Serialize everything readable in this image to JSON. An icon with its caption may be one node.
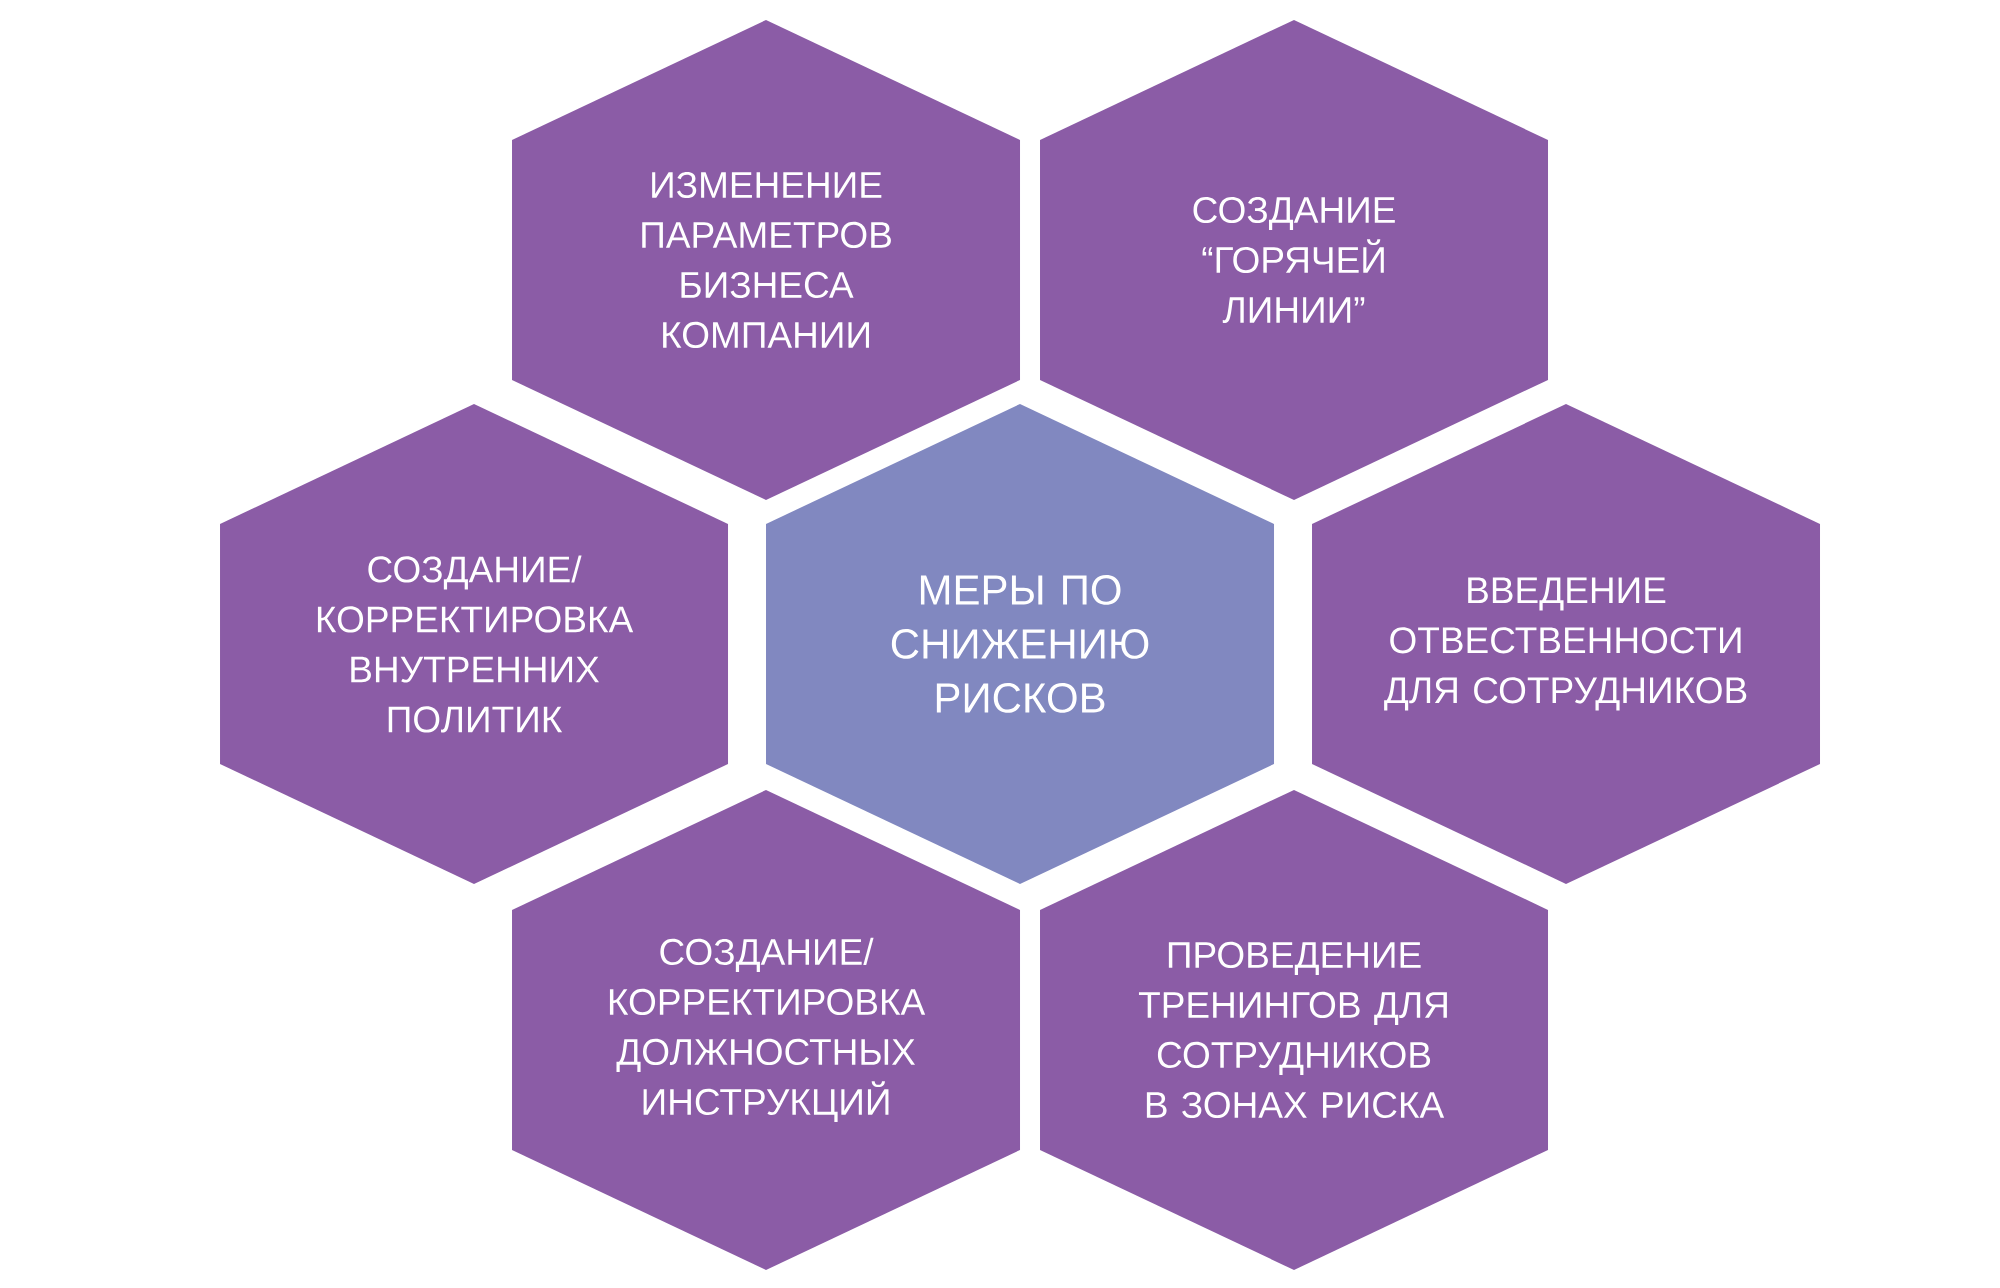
{
  "diagram": {
    "nodes": [
      {
        "text": [
          "ИЗМЕНЕНИЕ ПАРАМЕТРОВ БИЗНЕСА КОМПАНИИ"
        ]
      },
      {
        "text": [
          "СОЗДАНИЕ “ГОРЯЧЕЙ ЛИНИИ”"
        ]
      },
      {
        "text": [
          "СОЗДАНИЕ/ КОРРЕКТИРОВКА ВНУТРЕННИХ ПОЛИТИК"
        ]
      },
      {
        "text": [
          "МЕРЫ ПО СНИЖЕНИЮ РИСКОВ"
        ]
      },
      {
        "text": [
          "ВВЕДЕНИЕ ОТВЕСТВЕННОСТИ ДЛЯ СОТРУДНИКОВ"
        ]
      },
      {
        "text": [
          "СОЗДАНИЕ/ КОРРЕКТИРОВКА ДОЛЖНОСТНЫХ ИНСТРУКЦИЙ"
        ]
      },
      {
        "text": [
          "ПРОВЕДЕНИЕ ТРЕНИНГОВ ДЛЯ СОТРУДНИКОВ В ЗОНАХ РИСКА"
        ]
      }
    ]
  }
}
